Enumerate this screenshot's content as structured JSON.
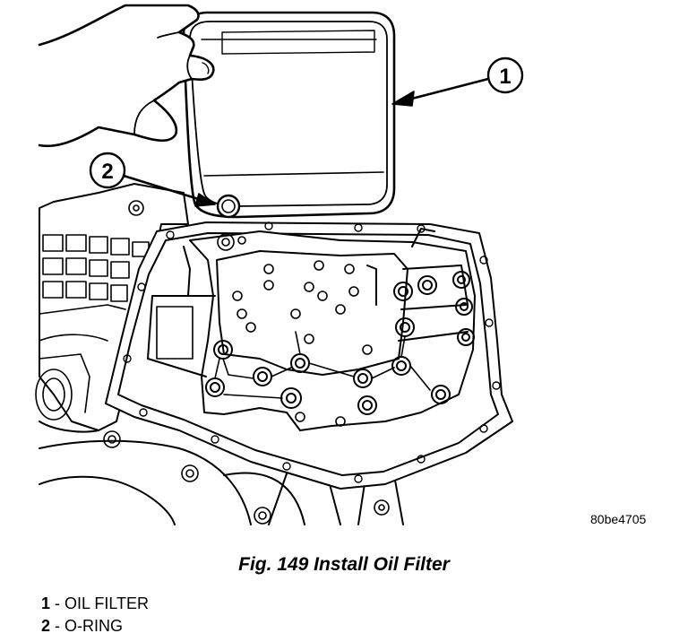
{
  "figure": {
    "image_code": "80be4705",
    "caption": "Fig. 149 Install Oil Filter",
    "callouts": [
      {
        "number": "1"
      },
      {
        "number": "2"
      }
    ]
  },
  "legend": [
    {
      "number": "1",
      "separator": " - ",
      "text": "OIL FILTER"
    },
    {
      "number": "2",
      "separator": " - ",
      "text": "O-RING"
    }
  ],
  "colors": {
    "line": "#000000",
    "background": "#ffffff"
  }
}
